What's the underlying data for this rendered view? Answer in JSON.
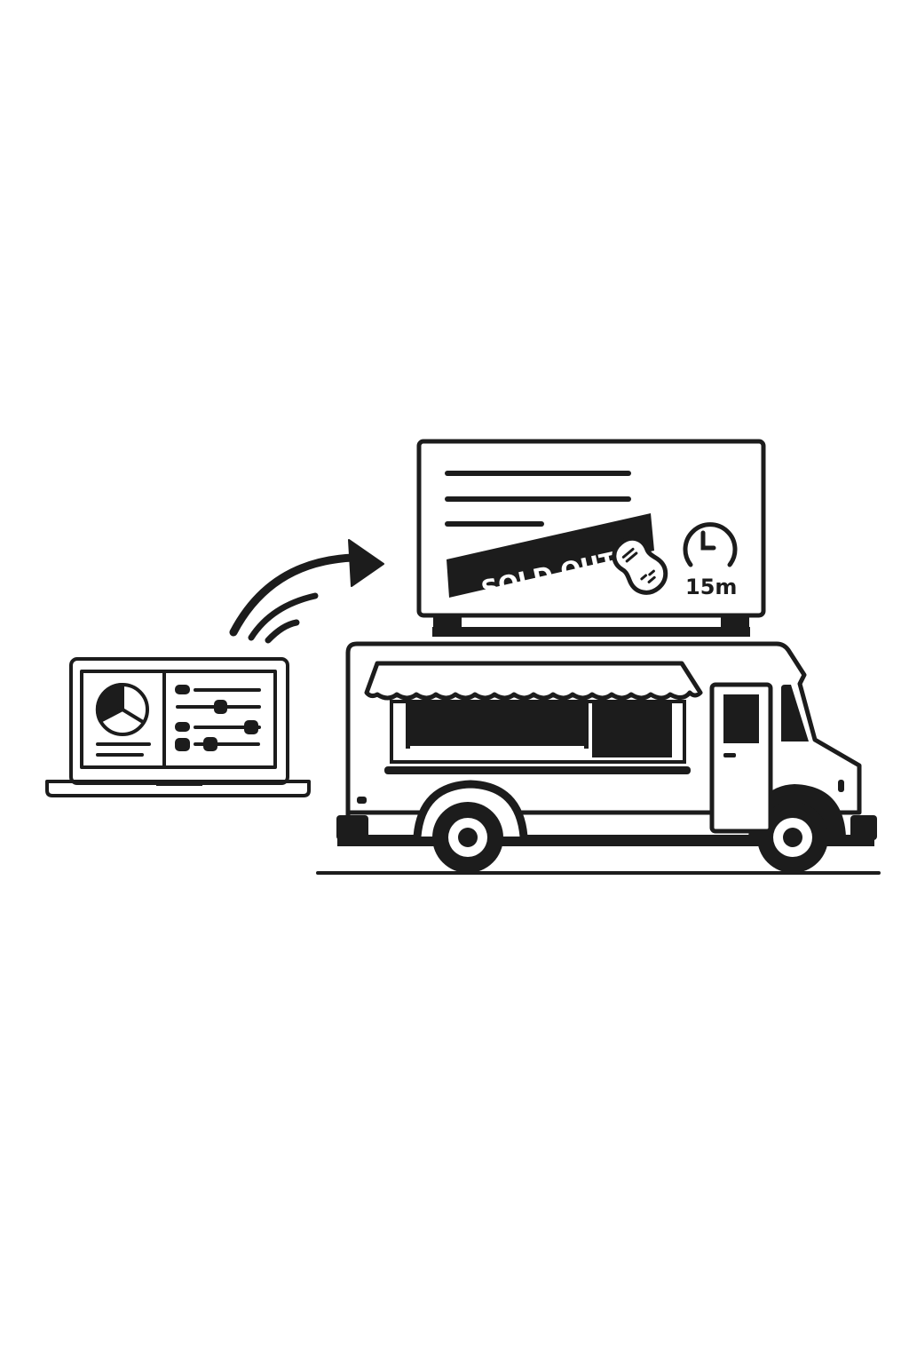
{
  "colors": {
    "ink": "#1c1c1c",
    "paper": "#ffffff"
  },
  "laptop": {
    "icon": "laptop-icon",
    "dashboard": {
      "chart_icon": "pie-chart-icon",
      "controls_icon": "slider-controls-icon",
      "slider_count": 4
    }
  },
  "transmission": {
    "icon": "wireless-signal-arrow-icon"
  },
  "sign": {
    "icon": "digital-menu-board-icon",
    "menu_lines": 3,
    "banner_text": "SOLD OUT",
    "allergen_icon": "peanut-icon",
    "timer_icon": "clock-icon",
    "timer_text": "15m"
  },
  "truck": {
    "icon": "food-truck-icon",
    "awning_icon": "scalloped-awning-icon"
  }
}
